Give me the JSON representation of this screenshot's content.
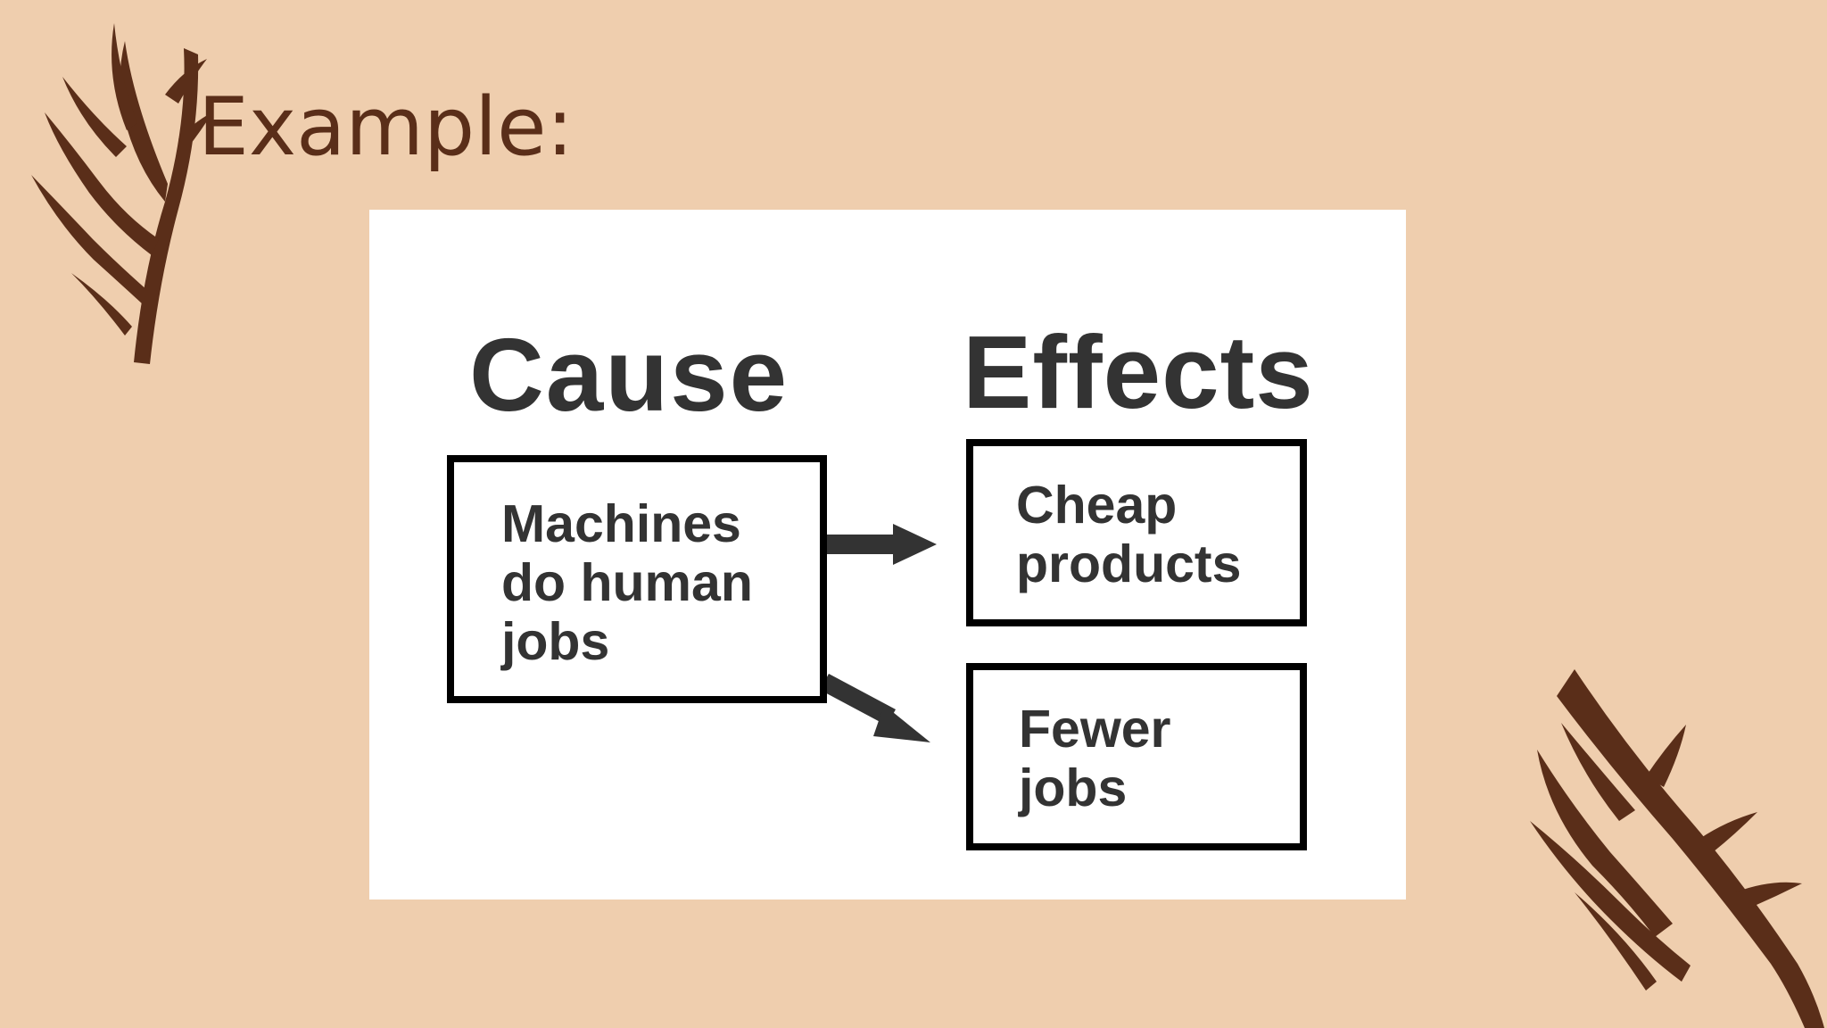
{
  "slide": {
    "title": "Example:"
  },
  "decorations": {
    "leaf_color": "#5a2e19",
    "icon": "palm-leaf-icon"
  },
  "diagram": {
    "cause_heading": "Cause",
    "effects_heading": "Effects",
    "cause": {
      "text": "Machines\ndo human\njobs"
    },
    "effects": [
      {
        "text": "Cheap\nproducts"
      },
      {
        "text": "Fewer\njobs"
      }
    ],
    "text_color": "#333333",
    "border_color": "#000000"
  }
}
